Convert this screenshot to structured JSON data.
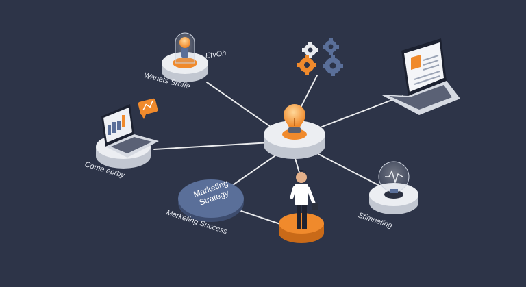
{
  "labels": {
    "top_left_right": "EtvOh",
    "top_left_bottom": "Wanets Sroffe",
    "left": "Come eprby",
    "badge": "Marketing Strategy",
    "bottom_left": "Marketing Success",
    "right": "Stimneting"
  },
  "colors": {
    "background": "#2d3448",
    "accent": "#f08a2c",
    "platform": "#e9ebef",
    "slate_blue": "#5a6f99",
    "line": "#ffffff"
  },
  "icons": [
    "lightbulb-icon",
    "gears-icon",
    "laptop-icon",
    "chart-laptop-icon",
    "chat-bubble-icon",
    "person-icon"
  ]
}
